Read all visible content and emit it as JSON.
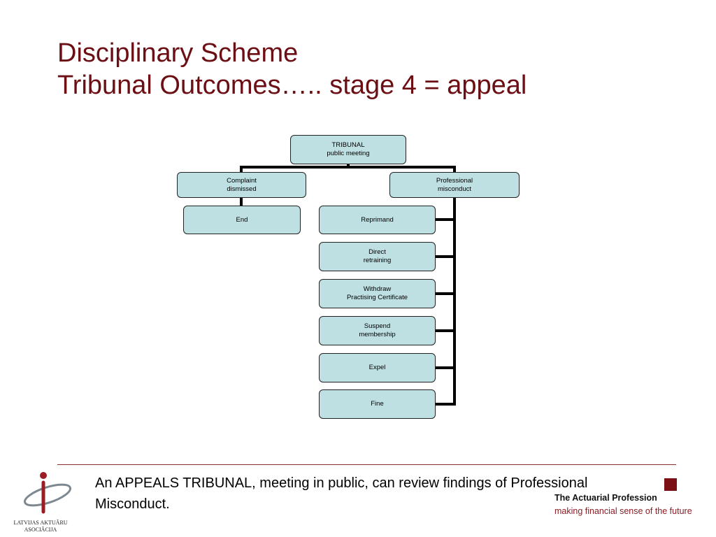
{
  "title": {
    "line1": "Disciplinary Scheme",
    "line2": "Tribunal Outcomes….. stage 4 = appeal"
  },
  "diagram": {
    "root": "TRIBUNAL\npublic meeting",
    "left_branch": "Complaint\ndismissed",
    "left_outcome": "End",
    "right_branch": "Professional\nmisconduct",
    "sanctions": [
      "Reprimand",
      "Direct\nretraining",
      "Withdraw\nPractising Certificate",
      "Suspend\nmembership",
      "Expel",
      "Fine"
    ]
  },
  "footer": {
    "text": "An APPEALS TRIBUNAL, meeting in public, can review findings of Professional Misconduct.",
    "org_left": "LATVIJAS AKTUĀRU\nASOCIĀCIJA",
    "org_right_name": "The Actuarial Profession",
    "org_right_tagline": "making financial sense of the future"
  },
  "colors": {
    "title": "#6b0f14",
    "box_fill": "#bfe0e3",
    "divider": "#8a2a2e",
    "brand_square": "#7a0f16"
  }
}
